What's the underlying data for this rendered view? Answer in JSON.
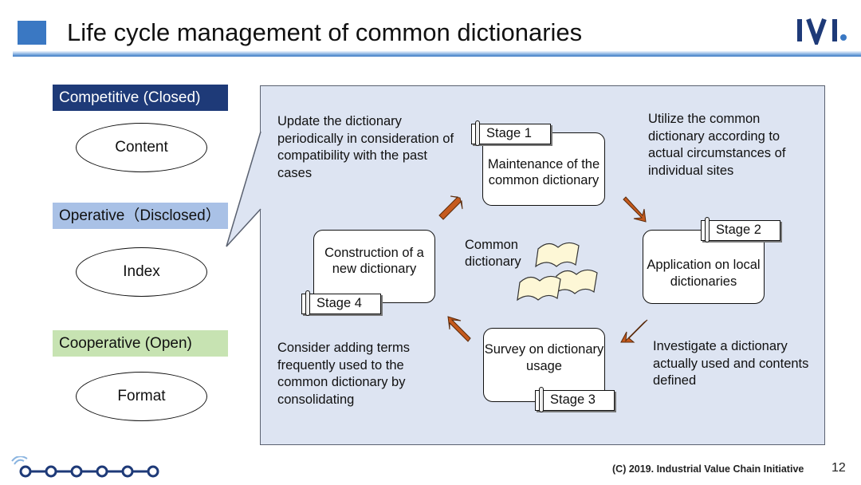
{
  "header": {
    "title": "Life cycle management of common dictionaries",
    "logo_text": "IVI",
    "accent_color": "#3a78c3"
  },
  "categories": [
    {
      "label": "Competitive (Closed)",
      "item": "Content",
      "color": "#1e3a78"
    },
    {
      "label": "Operative（Disclosed）",
      "item": "Index",
      "color": "#a9c1e6"
    },
    {
      "label": "Cooperative (Open)",
      "item": "Format",
      "color": "#c7e3b2"
    }
  ],
  "lifecycle": {
    "center_label": "Common dictionary",
    "stages": [
      {
        "tag": "Stage 1",
        "title": "Maintenance of the common dictionary",
        "note": "Update the dictionary periodically in consideration of compatibility with the past cases"
      },
      {
        "tag": "Stage 2",
        "title": "Application on local dictionaries",
        "note": "Utilize the common dictionary according to actual circumstances of individual sites"
      },
      {
        "tag": "Stage 3",
        "title": "Survey on dictionary usage",
        "note": "Investigate a dictionary actually used and contents defined"
      },
      {
        "tag": "Stage 4",
        "title": "Construction of a new dictionary",
        "note": "Consider adding terms frequently used to the common dictionary by consolidating"
      }
    ],
    "arrow_color": "#c55a1e"
  },
  "footer": {
    "copyright": "(C) 2019. Industrial Value Chain Initiative",
    "page_number": "12"
  }
}
